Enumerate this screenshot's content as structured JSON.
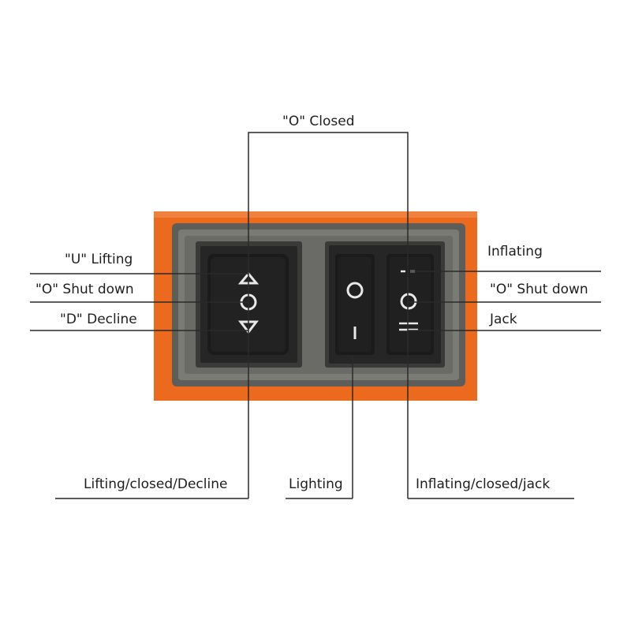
{
  "labels": {
    "top_closed": "\"O\" Closed",
    "u_lifting": "\"U\" Lifting",
    "o_shutdown_left": "\"O\" Shut down",
    "d_decline": "\"D\" Decline",
    "inflating": "Inflating",
    "o_shutdown_right": "\"O\" Shut down",
    "jack": "Jack",
    "lifting_closed_decline": "Lifting/closed/Decline",
    "lighting": "Lighting",
    "inflating_closed_jack": "Inflating/closed/jack"
  },
  "colors": {
    "housing": "#ec6a1e",
    "bezel": "#6f6f6b",
    "switch": "#1b1b1b",
    "leader": "#2a2a2a",
    "symbol": "#e8e8e8"
  },
  "icons": [
    "up-triangle-icon",
    "circle-icon",
    "down-triangle-icon",
    "power-on-icon",
    "power-off-icon",
    "dc-symbol-icon"
  ]
}
